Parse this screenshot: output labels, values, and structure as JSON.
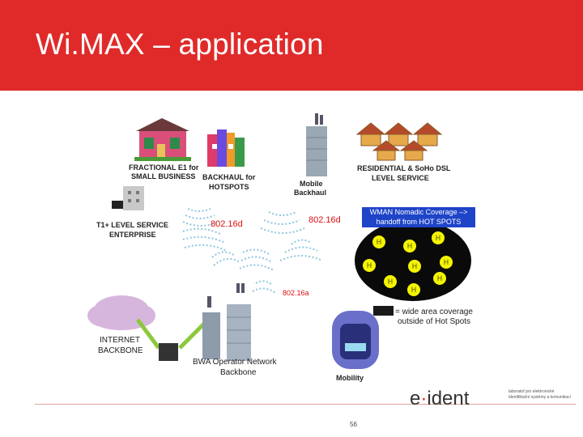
{
  "header": {
    "title": "Wi.MAX – application"
  },
  "labels": {
    "fractional_e1": "FRACTIONAL E1  for",
    "small_business": "SMALL BUSINESS",
    "backhaul": "BACKHAUL for",
    "hotspots": "HOTSPOTS",
    "mobile": "Mobile",
    "backhaul2": "Backhaul",
    "residential": "RESIDENTIAL & SoHo DSL",
    "level_service": "LEVEL SERVICE",
    "t1_level": "T1+ LEVEL SERVICE",
    "enterprise": "ENTERPRISE",
    "std_left": "802.16d",
    "std_right": "802.16d",
    "std_center": "802.16a",
    "nomadic_1": "WMAN Nomadic Coverage –>",
    "nomadic_2": "handoff from HOT SPOTS",
    "internet": "INTERNET",
    "backbone": "BACKBONE",
    "bwa_1": "BWA Operator Network",
    "bwa_2": "Backbone",
    "wide_1": "= wide area coverage",
    "wide_2": "outside of Hot Spots",
    "mobility": "Mobility"
  },
  "hotspot_letter": "H",
  "footer": {
    "page_number": "56",
    "logo_e": "e",
    "logo_dot": "·",
    "logo_rest": "ident",
    "tagline_1": "laboratoř pro elektronické",
    "tagline_2": "identifikační systémy a komunikaci"
  },
  "colors": {
    "header_red": "#e02a2a",
    "nomadic_blue": "#1e44c8",
    "hotspot_yellow": "#f5f500",
    "wave_blue": "#8ec6de",
    "link_green": "#8cc83c"
  }
}
